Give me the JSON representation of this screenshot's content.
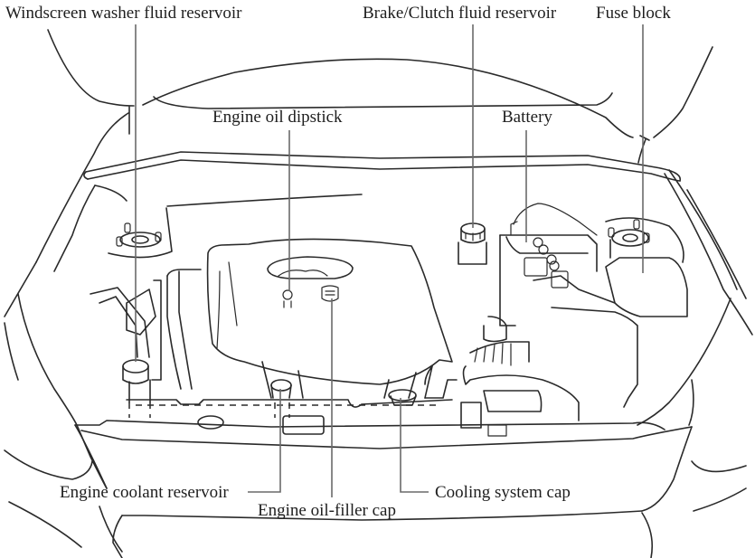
{
  "diagram": {
    "subject": "Engine compartment overview",
    "labels": {
      "washer": "Windscreen washer fluid reservoir",
      "brake": "Brake/Clutch fluid reservoir",
      "fuse": "Fuse block",
      "dipstick": "Engine oil dipstick",
      "battery": "Battery",
      "coolant": "Engine coolant reservoir",
      "oilfiller": "Engine oil-filler cap",
      "cooling": "Cooling system cap"
    },
    "colors": {
      "line": "#2a2a2a",
      "leader": "#6a6a6a",
      "text": "#1e1e1e",
      "background": "#ffffff"
    }
  }
}
